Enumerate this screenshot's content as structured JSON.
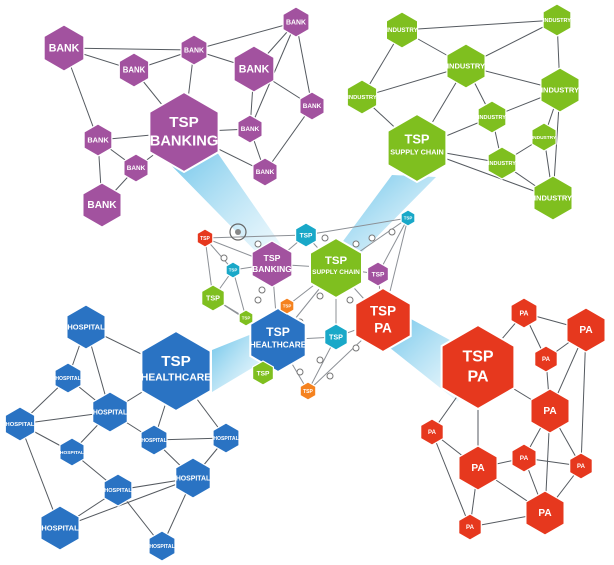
{
  "colors": {
    "bank": "#a2529f",
    "industry": "#7fbf1f",
    "hospital": "#2a73c3",
    "pa": "#e6381e",
    "tsp_small": "#19a8c8",
    "tsp_orange": "#f5821f",
    "beam": "#bfe6f6",
    "edge": "#555a60"
  },
  "groups": {
    "bank": {
      "hub_line1": "TSP",
      "hub_line2": "BANKING",
      "node_label": "BANK",
      "core_line1": "TSP",
      "core_line2": "BANKING"
    },
    "industry": {
      "hub_line1": "TSP",
      "hub_line2": "SUPPLY CHAIN",
      "node_label": "INDUSTRY",
      "core_line1": "TSP",
      "core_line2": "SUPPLY CHAIN"
    },
    "hospital": {
      "hub_line1": "TSP",
      "hub_line2": "HEALTHCARE",
      "node_label": "HOSPITAL",
      "core_line1": "TSP",
      "core_line2": "HEALTHCARE"
    },
    "pa": {
      "hub_line1": "TSP",
      "hub_line2": "PA",
      "node_label": "PA",
      "core_line1": "TSP",
      "core_line2": "PA"
    }
  },
  "small_tsp_label": "TSP"
}
